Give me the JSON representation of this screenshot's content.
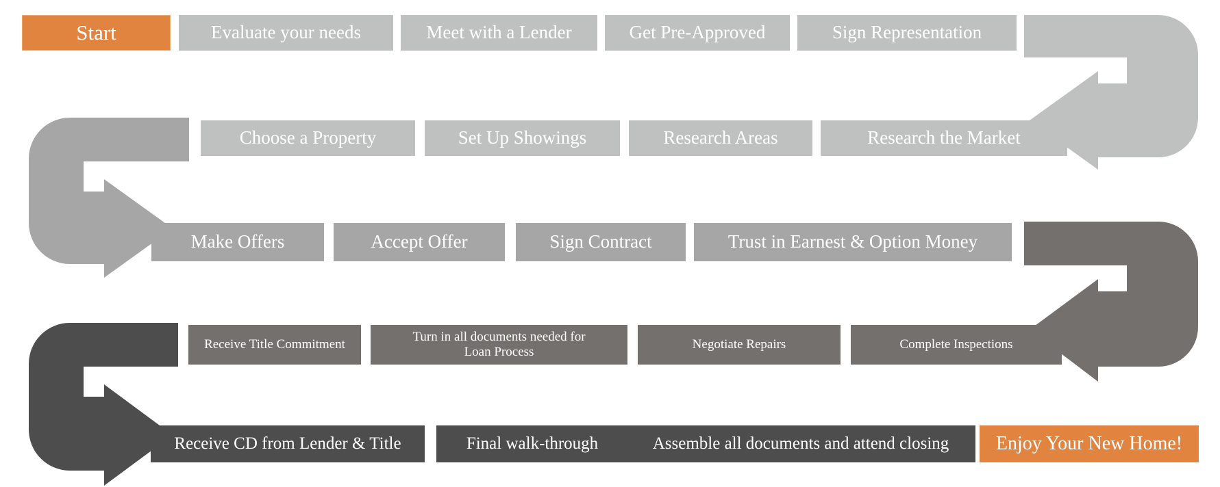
{
  "diagram": {
    "title": "Home Buying Process Flowchart",
    "type": "process-flow",
    "direction": "serpentine-boustrophedon",
    "row_count": 5,
    "colors": {
      "accent_orange": "#E08440",
      "row1_gray": "#BFC0C0",
      "row2_gray": "#A6A6A6",
      "row3_gray": "#A6A6A6",
      "row4_gray": "#73706E",
      "row5_gray": "#4D4D4D",
      "text": "#FFFFFF",
      "background": "#FFFFFF"
    },
    "rows": [
      {
        "index": 1,
        "flow": "left-to-right",
        "steps": [
          {
            "label": "Start",
            "kind": "terminator-start",
            "color": "#E08440"
          },
          {
            "label": "Evaluate your needs",
            "kind": "step",
            "color": "#BFC0C0"
          },
          {
            "label": "Meet with a Lender",
            "kind": "step",
            "color": "#BFC0C0"
          },
          {
            "label": "Get Pre-Approved",
            "kind": "step",
            "color": "#BFC0C0"
          },
          {
            "label": "Sign Representation",
            "kind": "step",
            "color": "#BFC0C0"
          }
        ]
      },
      {
        "index": 2,
        "flow": "right-to-left",
        "steps": [
          {
            "label": "Research the Market",
            "kind": "step",
            "color": "#BFC0C0"
          },
          {
            "label": "Research Areas",
            "kind": "step",
            "color": "#BFC0C0"
          },
          {
            "label": "Set Up Showings",
            "kind": "step",
            "color": "#BFC0C0"
          },
          {
            "label": "Choose a Property",
            "kind": "step",
            "color": "#BFC0C0"
          }
        ]
      },
      {
        "index": 3,
        "flow": "left-to-right",
        "steps": [
          {
            "label": "Make Offers",
            "kind": "step",
            "color": "#A6A6A6"
          },
          {
            "label": "Accept Offer",
            "kind": "step",
            "color": "#A6A6A6"
          },
          {
            "label": "Sign Contract",
            "kind": "step",
            "color": "#A6A6A6"
          },
          {
            "label": "Trust in Earnest & Option Money",
            "kind": "step",
            "color": "#A6A6A6"
          }
        ]
      },
      {
        "index": 4,
        "flow": "right-to-left",
        "steps": [
          {
            "label": "Complete Inspections",
            "kind": "step",
            "color": "#73706E"
          },
          {
            "label": "Negotiate Repairs",
            "kind": "step",
            "color": "#73706E"
          },
          {
            "label": "Turn in all documents needed for\nLoan Process",
            "kind": "step",
            "color": "#73706E"
          },
          {
            "label": "Receive Title Commitment",
            "kind": "step",
            "color": "#73706E"
          }
        ]
      },
      {
        "index": 5,
        "flow": "left-to-right",
        "steps": [
          {
            "label": "Receive CD from Lender & Title",
            "kind": "step",
            "color": "#4D4D4D"
          },
          {
            "label": "Final walk-through",
            "kind": "step",
            "color": "#4D4D4D"
          },
          {
            "label": "Assemble all documents and attend closing",
            "kind": "step",
            "color": "#4D4D4D"
          },
          {
            "label": "Enjoy Your New Home!",
            "kind": "terminator-end",
            "color": "#E08440"
          }
        ]
      }
    ],
    "connectors": [
      {
        "name": "connector-row1-to-row2",
        "side": "right",
        "points": "down-then-left",
        "color": "#BFC0C0"
      },
      {
        "name": "connector-row2-to-row3",
        "side": "left",
        "points": "down-then-right",
        "color": "#A6A6A6"
      },
      {
        "name": "connector-row3-to-row4",
        "side": "right",
        "points": "down-then-left",
        "color": "#73706E"
      },
      {
        "name": "connector-row4-to-row5",
        "side": "left",
        "points": "down-then-right",
        "color": "#4D4D4D"
      }
    ]
  },
  "labels": {
    "r1c1": "Start",
    "r1c2": "Evaluate your needs",
    "r1c3": "Meet with a Lender",
    "r1c4": "Get Pre-Approved",
    "r1c5": "Sign Representation",
    "r2c1": "Choose a Property",
    "r2c2": "Set Up Showings",
    "r2c3": "Research Areas",
    "r2c4": "Research the Market",
    "r3c1": "Make Offers",
    "r3c2": "Accept Offer",
    "r3c3": "Sign Contract",
    "r3c4": "Trust in Earnest & Option Money",
    "r4c1": "Receive Title Commitment",
    "r4c2": "Turn in all documents needed for\nLoan Process",
    "r4c3": "Negotiate Repairs",
    "r4c4": "Complete Inspections",
    "r5c1": "Receive CD from Lender & Title",
    "r5c2": "Final walk-through",
    "r5c3": "Assemble all documents and attend closing",
    "r5c4": "Enjoy Your New Home!"
  }
}
